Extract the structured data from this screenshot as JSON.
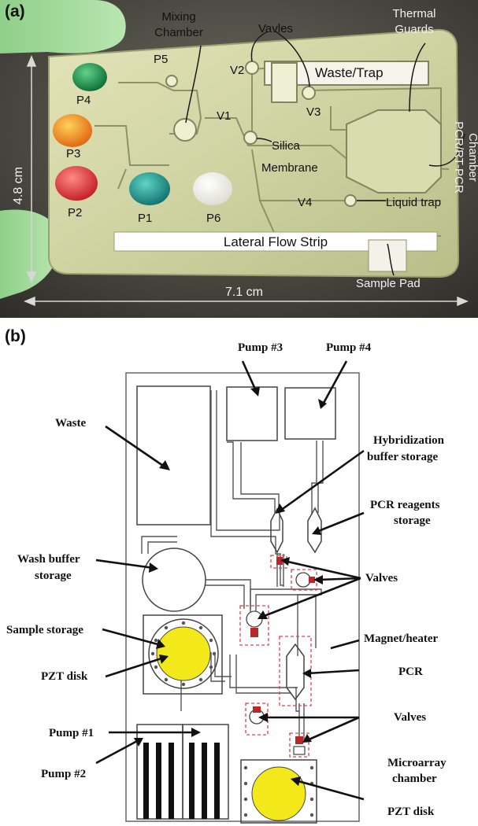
{
  "panel_a": {
    "label": "(a)",
    "callouts": {
      "mixing_chamber": [
        "Mixing",
        "Chamber"
      ],
      "valves": "Vavles",
      "thermal_guards": [
        "Thermal",
        "Guards"
      ],
      "waste_trap": "Waste/Trap",
      "pcr_chamber": [
        "PCR/RT-PCR",
        "Chamber"
      ],
      "silica_membrane": [
        "Silica",
        "Membrane"
      ],
      "liquid_trap": "Liquid trap",
      "lateral_flow_strip": "Lateral Flow Strip",
      "sample_pad": "Sample Pad"
    },
    "ports": {
      "p1": "P1",
      "p2": "P2",
      "p3": "P3",
      "p4": "P4",
      "p5": "P5",
      "p6": "P6"
    },
    "valve_labels": {
      "v1": "V1",
      "v2": "V2",
      "v3": "V3",
      "v4": "V4"
    },
    "dimensions": {
      "height": "4.8 cm",
      "width": "7.1 cm"
    }
  },
  "panel_b": {
    "label": "(b)",
    "labels": {
      "pump3": "Pump #3",
      "pump4": "Pump #4",
      "waste": "Waste",
      "hybridization": [
        "Hybridization",
        "buffer storage"
      ],
      "pcr_reagents": [
        "PCR reagents",
        "storage"
      ],
      "wash_buffer": [
        "Wash buffer",
        "storage"
      ],
      "valves_top": "Valves",
      "sample_storage": "Sample storage",
      "magnet_heater": "Magnet/heater",
      "pzt_disk_left": "PZT disk",
      "pcr": "PCR",
      "pump1": "Pump #1",
      "valves_bottom": "Valves",
      "pump2": "Pump #2",
      "microarray": [
        "Microarray",
        "chamber"
      ],
      "pzt_disk_bottom": "PZT disk"
    },
    "colors": {
      "pzt_yellow": "#f2e81a",
      "valve_red": "#b8272a",
      "dashed_red": "#d9434a"
    }
  }
}
